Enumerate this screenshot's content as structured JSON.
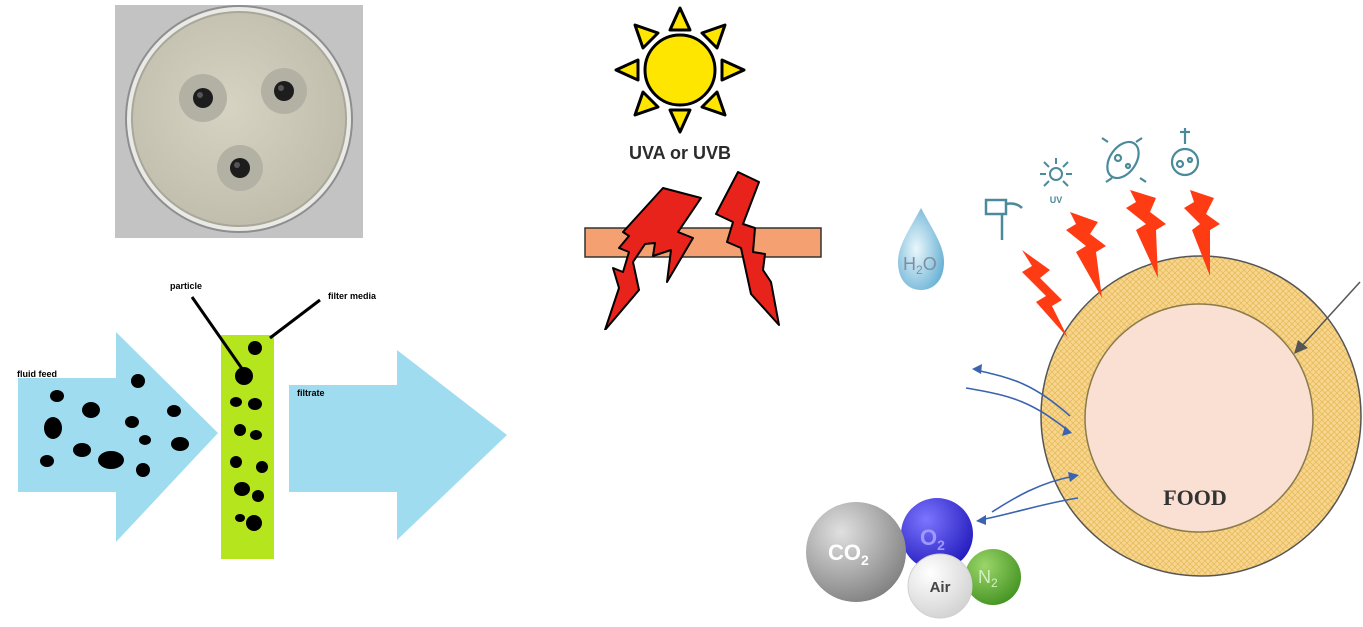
{
  "filtration": {
    "particle_label": "particle",
    "filter_media_label": "filter media",
    "fluid_feed_label": "fluid feed",
    "filtrate_label": "filtrate"
  },
  "uv": {
    "label": "UVA or UVB"
  },
  "packaging": {
    "uv_icon_label": "UV",
    "water_label": "H",
    "water_sub": "2",
    "water_tail": "O",
    "food_label": "FOOD",
    "co2_label": "CO",
    "co2_sub": "2",
    "o2_label": "O",
    "o2_sub": "2",
    "air_label": "Air",
    "n2_label": "N",
    "n2_sub": "2"
  },
  "colors": {
    "petri_background": "#c3c3c3",
    "agar": "#cdcab8",
    "fluid": "#9fdcf0",
    "filter_media": "#b5e61d",
    "sun": "#ffe600",
    "lightning": "#e8231b",
    "membrane": "#f4a071",
    "coating": "#f7d58e",
    "food": "#f9e0d2"
  }
}
